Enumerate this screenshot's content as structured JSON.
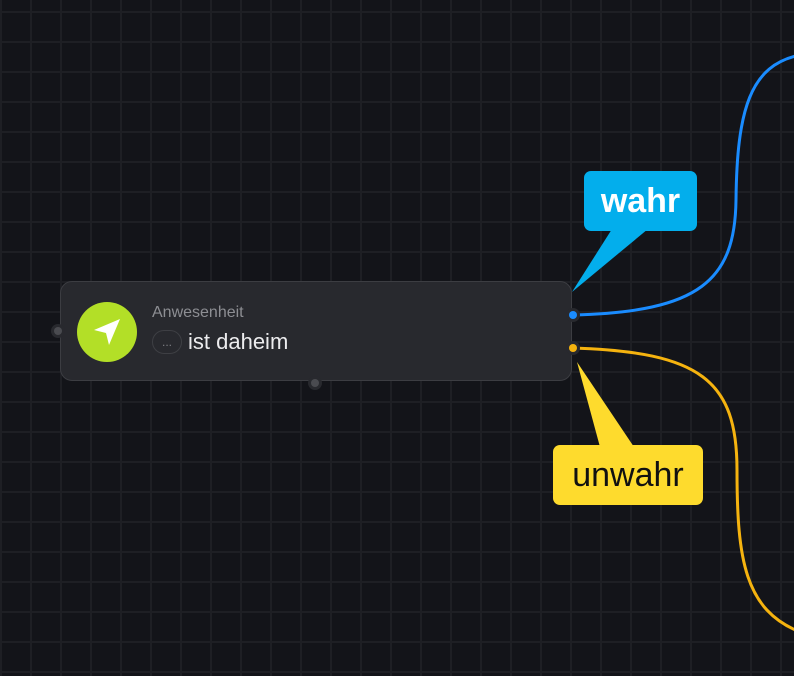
{
  "node": {
    "subtitle": "Anwesenheit",
    "title": "ist daheim",
    "more_label": "...",
    "icon": "location-arrow-icon",
    "icon_color": "#b3df27"
  },
  "outputs": [
    {
      "label": "wahr",
      "color": "#1a8cff",
      "bubble_color": "#03aeec"
    },
    {
      "label": "unwahr",
      "color": "#f5b30f",
      "bubble_color": "#fedb2d"
    }
  ]
}
